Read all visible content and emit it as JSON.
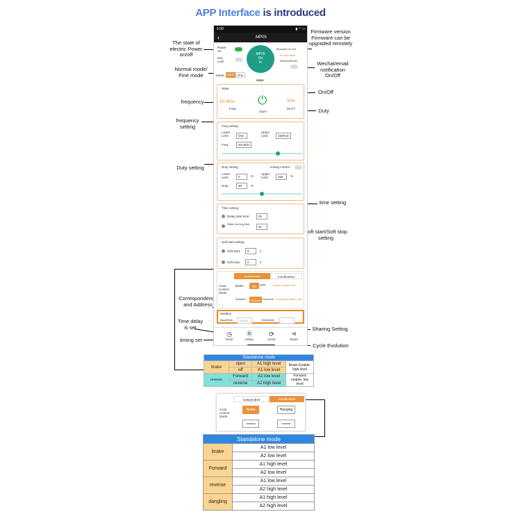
{
  "title_part1": "APP Interface",
  "title_part2": "is introduced",
  "left_labels": {
    "power_state": "The state of electric Power on/off",
    "mode": "Normal mode/ Fine mode",
    "frequency": "frequency",
    "freq_setting": "frequency setting",
    "duty_setting": "Duty setting",
    "correspondence": "Correspondence and Address",
    "time_delay": "Time delay is set",
    "timing_set": "timing set"
  },
  "right_labels": {
    "firmware": "Firmware version Firmware can be upgraded remotely",
    "wechat": "Wechat/email notification On/Off",
    "onoff": "On/Off",
    "duty": "Duty",
    "time_setting": "time setting",
    "soft_start": "Soft start/Soft stop setting",
    "sharing": "Sharing Setting",
    "cycle": "Cycle Evolution"
  },
  "phone": {
    "status_time": "5:09",
    "status_icons": "▮ ◠ ▭",
    "nav_back": "‹",
    "nav_title": "MP05",
    "power_label": "Power on:",
    "keylock_label": "Key Lock",
    "circle_line1": "MP05",
    "circle_line2": "On",
    "circle_line3": "in",
    "firmware_label": "firmware:V1.8.6",
    "latest_label": "It's the latest",
    "wechat_label": "Wechat/Email",
    "mode_label": "Mode",
    "mode_normal": "Norm",
    "mode_fine": "Fine",
    "state_label": "state",
    "state_card_title": "State",
    "freq_value": "20.0Khz",
    "freq_caption": "Freq",
    "open_caption": "Open",
    "duty_value": "50%",
    "duty_caption": "DUTY",
    "freq_setting_title": "Freq setting",
    "lower_limit": "Lower Limit:",
    "lower_value": "0Hz",
    "upper_limit": "Upper Limit:",
    "upper_value": "150KHz",
    "freq_label": "Freq:",
    "freq_input": "20.0Khz",
    "duty_setting_title": "Duty setting",
    "analog_control": "Analog control",
    "duty_lower_value": "0",
    "pct": "%",
    "duty_upper_value": "100",
    "duty_label": "Duty:",
    "duty_input": "50",
    "time_setting_title": "Time setting",
    "delay_start": "Delay start time:",
    "delay_value": "0s",
    "state_running": "State running time",
    "running_value": "0s",
    "soft_title": "Soft start setting",
    "soft_start": "Soft start:",
    "soft_start_value": "0",
    "soft_stop": "Soft stop:",
    "soft_stop_value": "0",
    "unit_s": "s",
    "tab_independent": "Independent",
    "tab_combination": "Combination",
    "a1a2_label": "A1a2 Control Mode",
    "brake_label": "Brake",
    "brake_on": "ON",
    "brake_off": "OFF",
    "brake_enable": "Brake Enable:Low",
    "rotation_label": "Rotation",
    "forward": "Forward",
    "reversal": "Reversal",
    "forward_enable": "Forward Enable: Low",
    "modbus_title": "Modbus",
    "baud_label": "BaudRate:",
    "baud_value": "115200",
    "slave_label": "SlaveAddr:",
    "slave_value": "1",
    "bottom_timer": "Timer",
    "bottom_delay": "Delay",
    "bottom_circle": "Circle",
    "bottom_share": "Share"
  },
  "table1": {
    "header": "Standalone mode",
    "brake": "brake",
    "open": "open",
    "off": "off",
    "a1_high": "A1 high level",
    "a1_low": "A1 low level",
    "brake_enable": "Brake Enable: high level",
    "reverse_label": "reverse",
    "forward": "Forward",
    "reverse": "reverse",
    "a2_low": "A2 low level",
    "a2_high": "A2 high level",
    "forward_enable": "Forward enable: low level"
  },
  "combo": {
    "tab_independent": "Independent",
    "tab_combination": "Combination",
    "mode_label": "A1a2 Control Mode",
    "brake": "Brake",
    "hanging": "Hanging",
    "forward": "forward",
    "reverse": "reverse"
  },
  "table2": {
    "header": "Standalone mode",
    "rows": [
      {
        "name": "brake",
        "a": "A1 low level",
        "b": "A2 low level"
      },
      {
        "name": "Forward",
        "a": "A1 high level",
        "b": "A2 low level"
      },
      {
        "name": "reverse",
        "a": "A1 low level",
        "b": "A2 high level"
      },
      {
        "name": "dangling",
        "a": "A1 high level",
        "b": "A2 high level"
      }
    ]
  },
  "colors": {
    "accent_blue": "#2f55d4",
    "accent_orange": "#e8861e",
    "teal": "#1f9e85",
    "header_blue": "#2f87e3"
  }
}
